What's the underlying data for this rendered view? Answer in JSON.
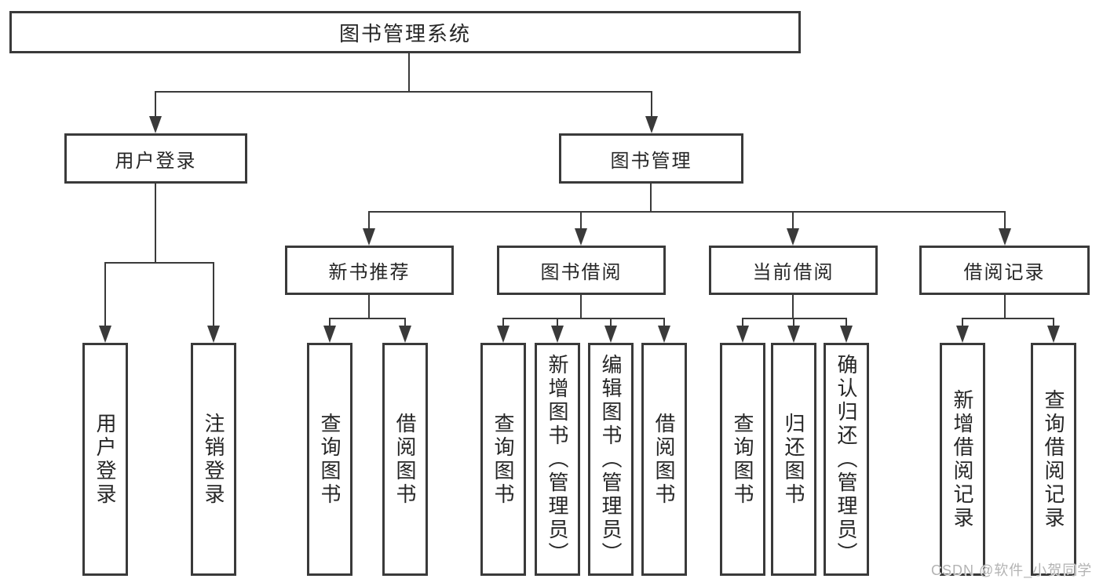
{
  "diagram": {
    "title": "图书管理系统",
    "branches": [
      {
        "label": "用户登录",
        "children": [
          "用户登录",
          "注销登录"
        ]
      },
      {
        "label": "图书管理",
        "children": [
          {
            "label": "新书推荐",
            "children": [
              "查询图书",
              "借阅图书"
            ]
          },
          {
            "label": "图书借阅",
            "children": [
              "查询图书",
              "新增图书（管理员）",
              "编辑图书（管理员）",
              "借阅图书"
            ]
          },
          {
            "label": "当前借阅",
            "children": [
              "查询图书",
              "归还图书",
              "确认归还（管理员）"
            ]
          },
          {
            "label": "借阅记录",
            "children": [
              "新增借阅记录",
              "查询借阅记录"
            ]
          }
        ]
      }
    ]
  },
  "watermark": {
    "text": "CSDN @软件_小贺同学"
  },
  "colors": {
    "line": "#3a3a3a",
    "text": "#262626",
    "watermark": "#b3b3b3",
    "background": "#ffffff"
  }
}
